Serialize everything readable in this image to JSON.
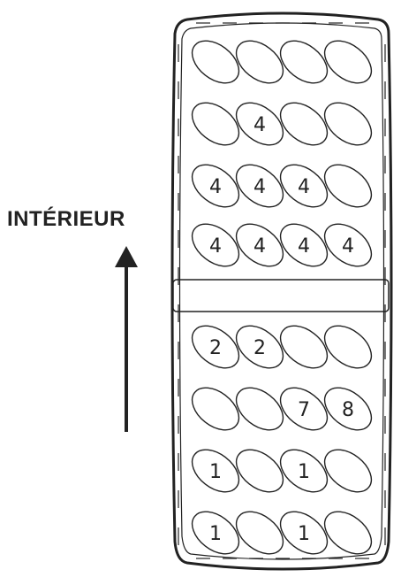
{
  "direction_label": "INTÉRIEUR",
  "colors": {
    "ink": "#222222",
    "background": "#ffffff"
  },
  "rows": [
    [
      "",
      "",
      "",
      ""
    ],
    [
      "",
      "4",
      "",
      ""
    ],
    [
      "4",
      "4",
      "4",
      ""
    ],
    [
      "4",
      "4",
      "4",
      "4"
    ],
    [
      "2",
      "2",
      "",
      ""
    ],
    [
      "",
      "",
      "7",
      "8"
    ],
    [
      "1",
      "",
      "1",
      ""
    ],
    [
      "1",
      "",
      "1",
      ""
    ]
  ]
}
